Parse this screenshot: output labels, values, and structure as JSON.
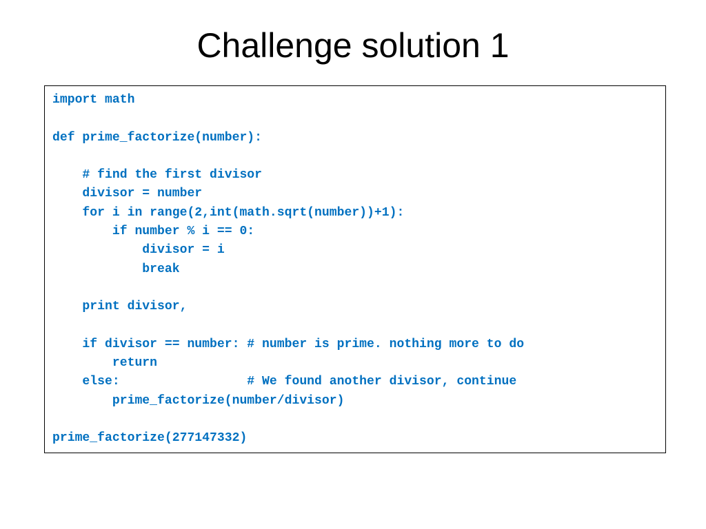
{
  "slide": {
    "title": "Challenge solution 1"
  },
  "code": {
    "color": "#0070C0",
    "lines": [
      "import math",
      "",
      "def prime_factorize(number):",
      "",
      "    # find the first divisor",
      "    divisor = number",
      "    for i in range(2,int(math.sqrt(number))+1):",
      "        if number % i == 0:",
      "            divisor = i",
      "            break",
      "",
      "    print divisor,",
      "",
      "    if divisor == number: # number is prime. nothing more to do",
      "        return",
      "    else:                 # We found another divisor, continue",
      "        prime_factorize(number/divisor)",
      "",
      "prime_factorize(277147332)"
    ]
  }
}
